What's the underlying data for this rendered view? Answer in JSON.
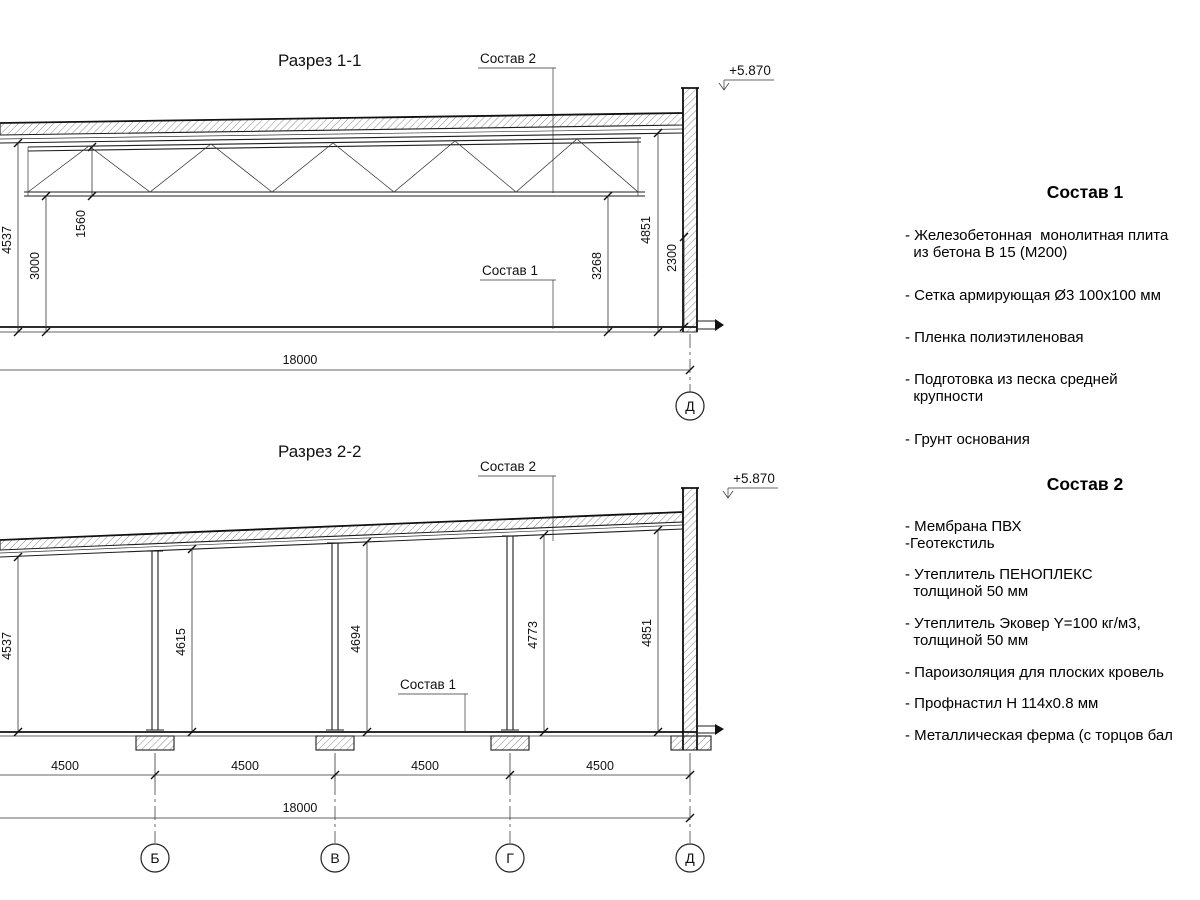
{
  "drawing1": {
    "title": "Разрез 1-1",
    "callout_top": "Состав 2",
    "callout_bottom": "Состав 1",
    "elevation": "+5.870",
    "dims": {
      "total_left": "4537",
      "truss_height": "1560",
      "clear_left": "3000",
      "clear_right": "3268",
      "total_right": "4851",
      "wall_right": "2300",
      "span": "18000"
    },
    "axes": [
      "Д"
    ]
  },
  "drawing2": {
    "title": "Разрез 2-2",
    "callout_top": "Состав 2",
    "callout_bottom": "Состав 1",
    "elevation": "+5.870",
    "heights": [
      "4537",
      "4615",
      "4694",
      "4773",
      "4851"
    ],
    "bays": [
      "4500",
      "4500",
      "4500",
      "4500"
    ],
    "span": "18000",
    "axes": [
      "Б",
      "В",
      "Г",
      "Д"
    ]
  },
  "legend1": {
    "title": "Состав 1",
    "items": [
      "- Железобетонная  монолитная плита\n  из бетона В 15 (М200)",
      "- Сетка армирующая Ø3 100х100 мм",
      "- Пленка полиэтиленовая",
      "- Подготовка из песка средней\n  крупности",
      "- Грунт основания"
    ]
  },
  "legend2": {
    "title": "Состав 2",
    "items": [
      "- Мембрана ПВХ\n-Геотекстиль",
      "- Утеплитель ПЕНОПЛЕКС\n  толщиной 50 мм",
      "- Утеплитель Эковер Y=100 кг/м3,\n  толщиной 50 мм",
      "- Пароизоляция для плоских кровель",
      "- Профнастил Н 114х0.8 мм",
      "- Металлическая ферма (с торцов бал"
    ]
  }
}
